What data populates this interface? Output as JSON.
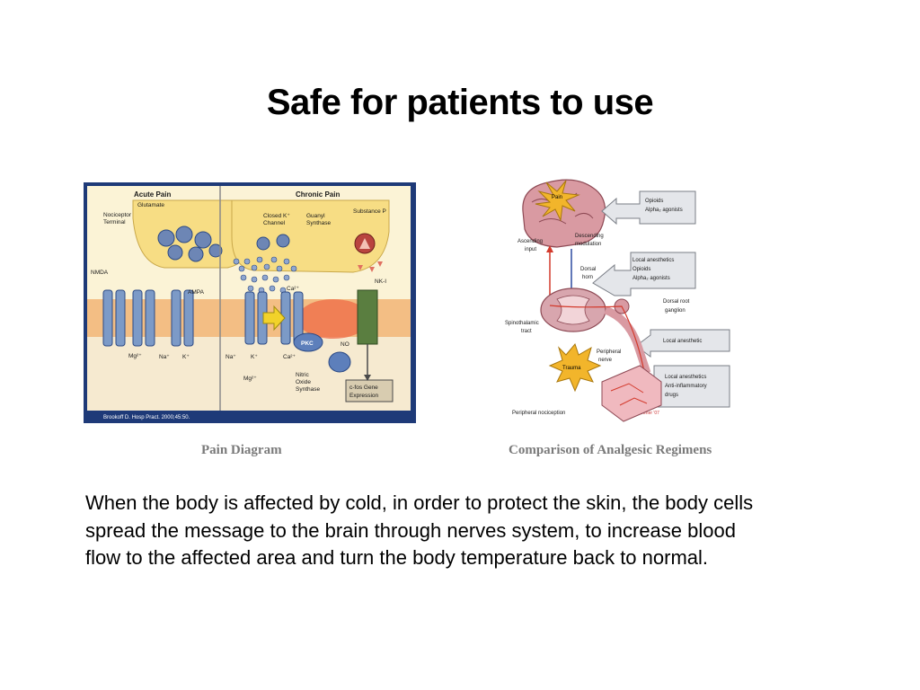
{
  "slide": {
    "title": "Safe for patients to use",
    "body": "When the body is affected by cold, in order to protect the skin, the body cells spread the message to the brain through nerves system, to increase blood flow to the affected area and turn the body temperature back to normal."
  },
  "figures": {
    "left": {
      "caption": "Pain Diagram",
      "labels": {
        "acute_pain": "Acute Pain",
        "chronic_pain": "Chronic Pain",
        "glutamate": "Glutamate",
        "nociceptor": "Nociceptor",
        "terminal": "Terminal",
        "closed_k": "Closed K⁺",
        "channel": "Channel",
        "guanyl": "Guanyl",
        "synthase": "Synthase",
        "substance_p": "Substance P",
        "nmda": "NMDA",
        "ampa": "AMPA",
        "nk1": "NK-I",
        "mg2": "Mg²⁺",
        "na": "Na⁺",
        "k": "K⁺",
        "ca2": "Ca²⁺",
        "pkc": "PKC",
        "no": "NO",
        "nitric": "Nitric",
        "oxide": "Oxide",
        "synthase2": "Synthase",
        "cfos1": "c-fos Gene",
        "cfos2": "Expression",
        "citation": "Brookoff D. Hosp Pract. 2000;45:50."
      }
    },
    "right": {
      "caption": "Comparison of Analgesic Regimens",
      "labels": {
        "pain": "Pain",
        "opioids": "Opioids",
        "alpha2": "Alpha₂ agonists",
        "ascending1": "Ascending",
        "ascending2": "input",
        "descending1": "Descending",
        "descending2": "modulation",
        "local_anesthetics": "Local anesthetics",
        "opioids2": "Opioids",
        "alpha2b": "Alpha₂ agonists",
        "dorsal1": "Dorsal",
        "dorsal2": "horn",
        "drg1": "Dorsal root",
        "drg2": "ganglion",
        "spino1": "Spinothalamic",
        "spino2": "tract",
        "local_anesthetic": "Local anesthetic",
        "peripheral1": "Peripheral",
        "peripheral2": "nerve",
        "trauma": "Trauma",
        "local_anesthetics3": "Local anesthetics",
        "antiinflam1": "Anti-inflammatory",
        "antiinflam2": "drugs",
        "nociception": "Peripheral nociception",
        "credit": "© D.Kmer '07"
      }
    }
  }
}
